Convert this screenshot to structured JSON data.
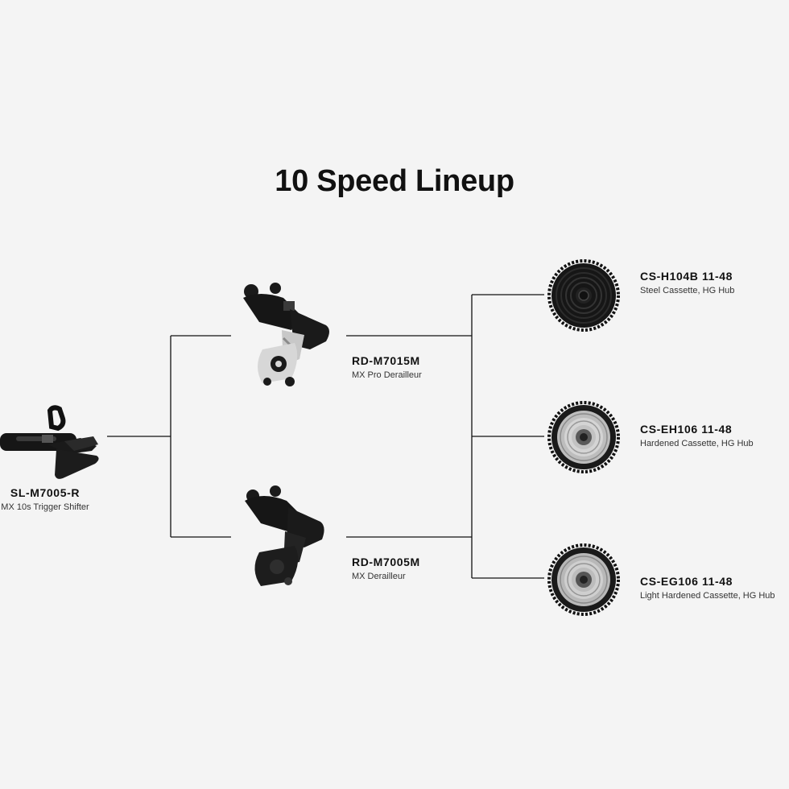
{
  "title": "10 Speed Lineup",
  "shifter": {
    "model": "SL-M7005-R",
    "desc": "MX 10s Trigger Shifter",
    "icon": "trigger-shifter-icon"
  },
  "derailleurs": [
    {
      "model": "RD-M7015M",
      "desc": "MX Pro Derailleur",
      "icon": "rear-derailleur-pro-icon"
    },
    {
      "model": "RD-M7005M",
      "desc": "MX Derailleur",
      "icon": "rear-derailleur-icon"
    }
  ],
  "cassettes": [
    {
      "model": "CS-H104B 11-48",
      "desc": "Steel Cassette, HG Hub",
      "icon": "black-cassette-icon"
    },
    {
      "model": "CS-EH106 11-48",
      "desc": "Hardened Cassette, HG Hub",
      "icon": "silver-cassette-icon"
    },
    {
      "model": "CS-EG106 11-48",
      "desc": "Light Hardened Cassette, HG Hub",
      "icon": "silver-cassette-icon"
    }
  ],
  "colors": {
    "background": "#f4f4f4",
    "line": "#111111",
    "text": "#111111"
  }
}
